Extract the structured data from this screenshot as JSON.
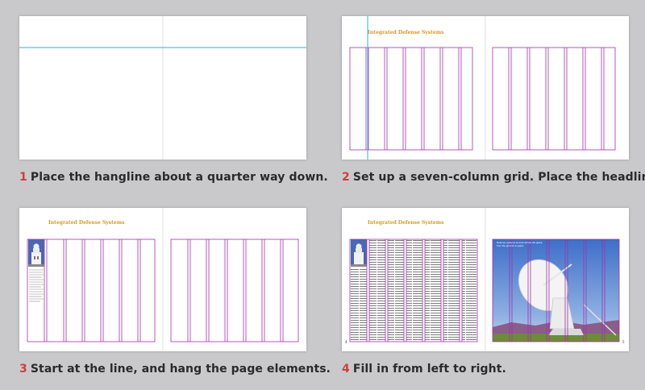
{
  "colors": {
    "background": "#c9c9cb",
    "hangline": "#26b6e4",
    "grid": "#a32fae",
    "headline": "#d99a1f",
    "step_number": "#d43c3c",
    "caption": "#2a2a2a"
  },
  "steps": [
    {
      "num": "1",
      "text": "Place the hangline about a quarter way down."
    },
    {
      "num": "2",
      "text": "Set up a seven-column grid. Place the headline."
    },
    {
      "num": "3",
      "text": "Start at the line, and hang the page elements."
    },
    {
      "num": "4",
      "text": "Fill in from left to right."
    }
  ],
  "headline": "Integrated Defense Systems",
  "intro_text": "Antennas at the Very Large Array help scientists study distant objects across the sky.",
  "photo_caption": "Defense systems at work across the globe, from the ground to space.",
  "page_numbers": {
    "left": "4",
    "right": "5"
  },
  "images": {
    "building_icon": "observatory-building-photo",
    "dish_icon": "radio-telescope-dish-photo"
  }
}
